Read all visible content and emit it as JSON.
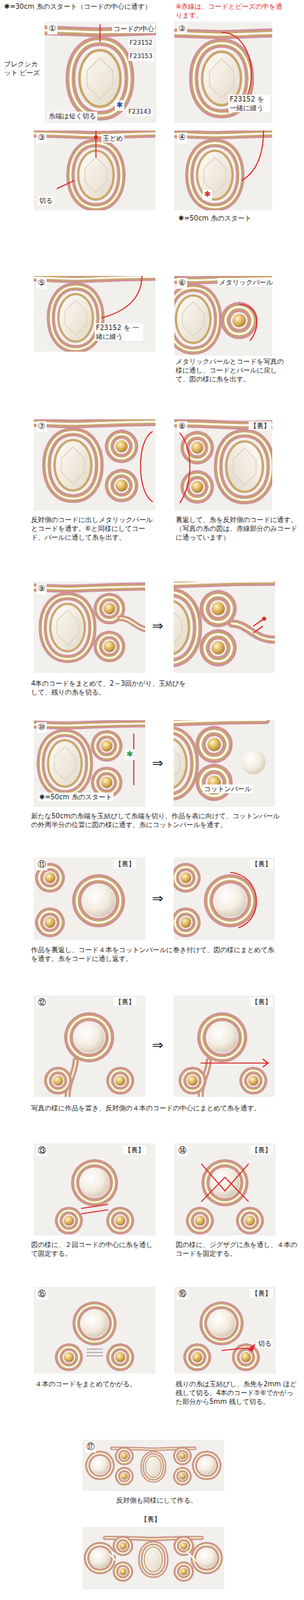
{
  "diagram": {
    "labels": [
      "✱=30cm 糸のスタート（コードの中心に通す）",
      "※赤線は、コードとビーズの中を通ります。",
      "①",
      "コードの中心",
      "F23152",
      "プレクシカット ビーズ",
      "F23153",
      "F23143",
      "糸端は短く切る",
      "✱",
      "②",
      "F23152 を 一緒に縫う",
      "③",
      "玉どめ",
      "切る",
      "④",
      "✱",
      "✱=50cm 糸のスタート",
      "⑤",
      "F23152 を 一緒に縫う",
      "⑥",
      "メタリックパール",
      "メタリックパールとコードを写真の様に通し、コードとパールに戻して、図の様に糸を出す。",
      "⑦",
      "反対側のコードに出しメタリックパールとコードを通す。⑥と同様にしてコード、パールに通して糸を出す。",
      "⑧",
      "【裏】",
      "裏返して、糸を反対側のコードに通す。（写真の糸の図は、赤線部分のみコードに通っています）",
      "⑨",
      "⇒",
      "4本のコードをまとめて、2～3回かがり、玉結びをして、残りの糸を切る。",
      "⑩",
      "✱",
      "✱=50cm 糸のスタート",
      "⇒",
      "コットンパール",
      "新たな50cmの糸端を玉結びして糸端を切り、作品を表に向けて、コットンパールの外周半分の位置に図の様に通す。糸にコットンパールを通す。",
      "⑪",
      "【裏】",
      "⇒",
      "【裏】",
      "作品を裏返し、コード４本をコットンパールに巻き付けて、図の様にまとめて糸を通す。糸をコードに通し返す。",
      "⑫",
      "【裏】",
      "⇒",
      "【裏】",
      "写真の様に作品を置き、反対側の４本のコードの中心にまとめて糸を通す。",
      "⑬",
      "【裏】",
      "図の様に、２回コードの中心に糸を通して固定する。",
      "⑭",
      "【裏】",
      "図の様に、ジグザグに糸を通し、４本のコードを固定する。",
      "⑮",
      "４本のコードをまとめてかがる。",
      "⑯",
      "【裏】",
      "切る",
      "残りの糸は玉結びし、糸先を2mm ほど残して切る。4本のコード⑤⑥でかがった部分から5mm 残して切る。",
      "⑰",
      "反対側も同様にして作る。",
      "【裏】"
    ]
  }
}
